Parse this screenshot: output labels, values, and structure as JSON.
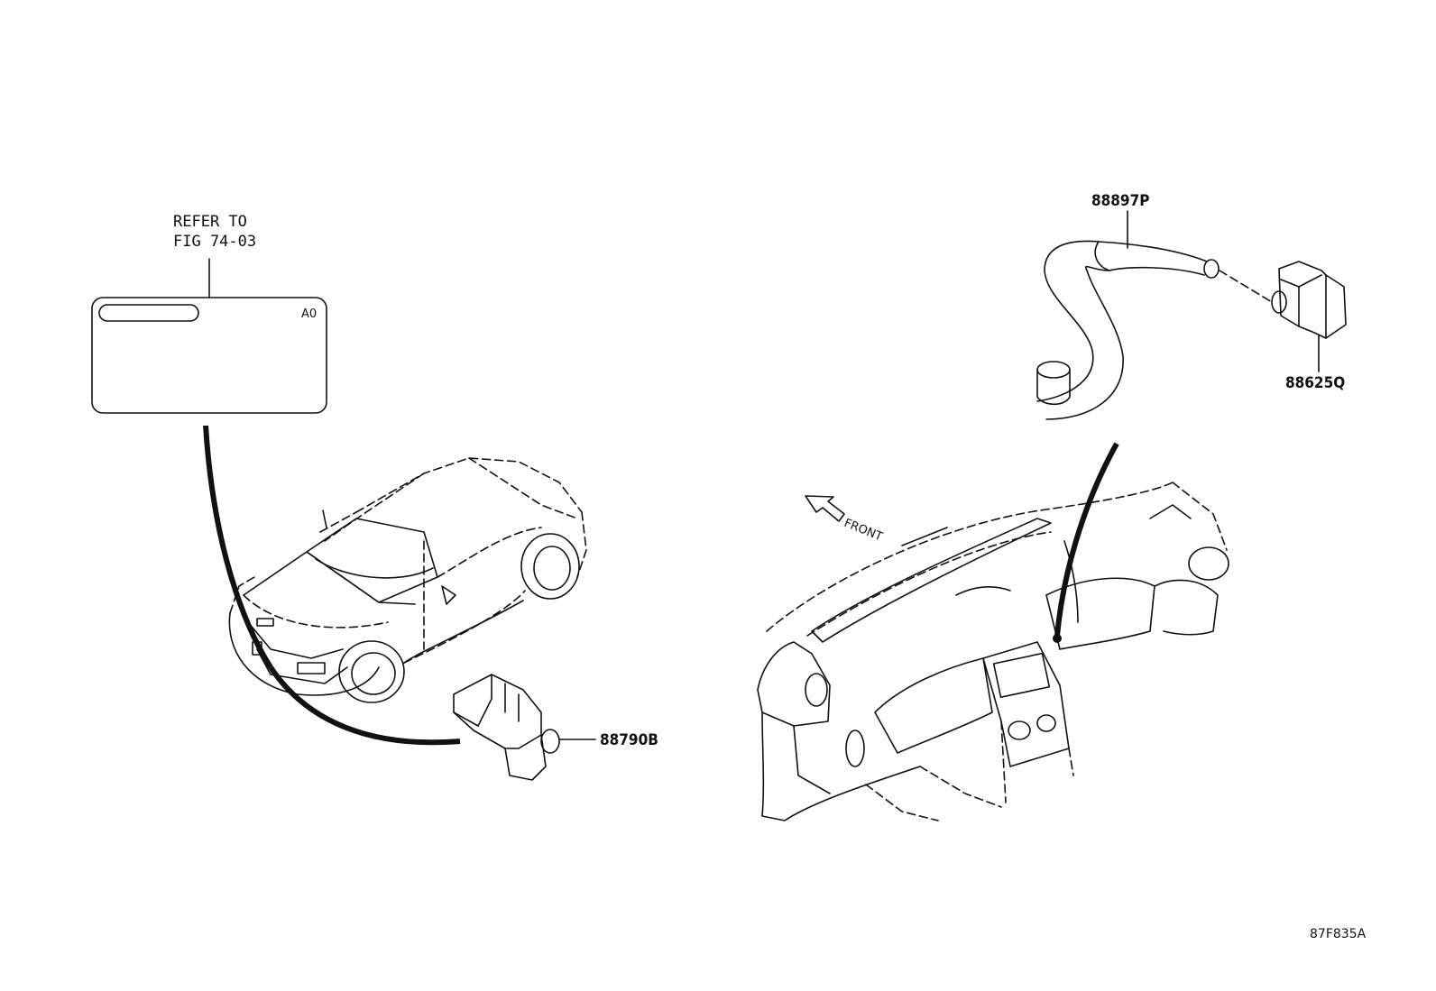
{
  "refer": {
    "line1": "REFER TO",
    "line2": "FIG 74-03",
    "box_tag": "A0"
  },
  "parts": {
    "hose": "88897P",
    "sensor_right": "88625Q",
    "sensor_left": "88790B"
  },
  "direction_label": "FRONT",
  "figure_code": "87F835A"
}
